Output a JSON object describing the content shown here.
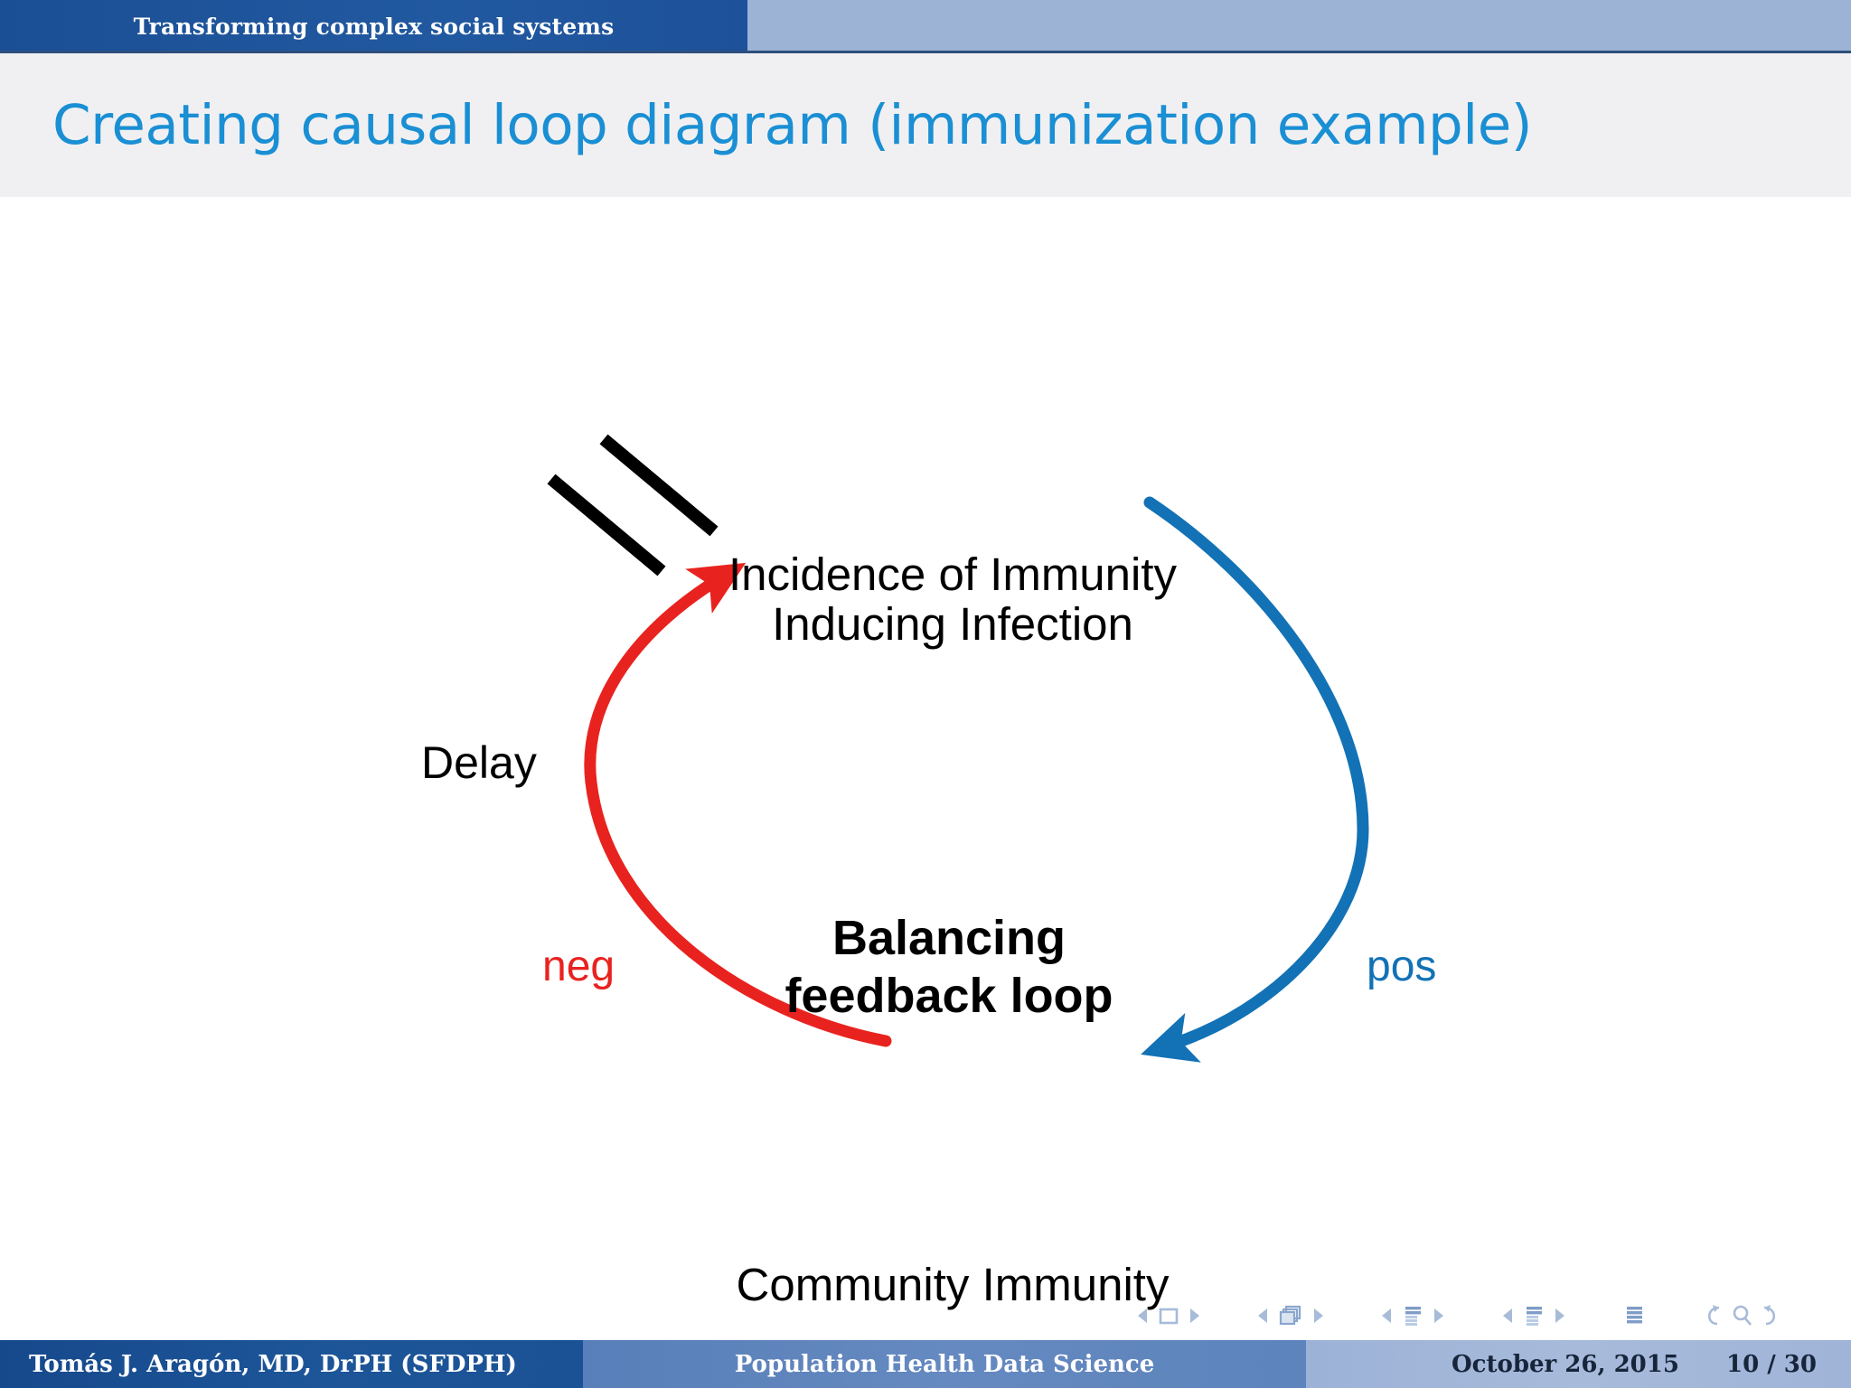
{
  "header": {
    "running_title": "Transforming complex social systems",
    "bar_color": "#1f5496",
    "bar_light_color": "#9db3d6"
  },
  "title": {
    "text": "Creating causal loop diagram (immunization example)",
    "color": "#1a8fd4",
    "background": "#f0f0f2"
  },
  "diagram": {
    "type": "causal-loop-diagram",
    "nodes": [
      {
        "id": "top",
        "line1": "Incidence of Immunity",
        "line2": "Inducing Infection"
      },
      {
        "id": "bottom",
        "line1": "Community  Immunity",
        "line2": ""
      }
    ],
    "center_caption": {
      "line1": "Balancing",
      "line2": "feedback  loop"
    },
    "annotations": {
      "delay_label": "Delay",
      "negative_polarity": "neg",
      "positive_polarity": "pos"
    },
    "links": [
      {
        "from": "Community Immunity",
        "to": "Incidence of Immunity Inducing Infection",
        "polarity": "neg",
        "color": "#e8231f",
        "has_delay_marker": true,
        "delay_marker_style": "double-hash"
      },
      {
        "from": "Incidence of Immunity Inducing Infection",
        "to": "Community Immunity",
        "polarity": "pos",
        "color": "#1272b5",
        "has_delay_marker": false
      }
    ],
    "colors": {
      "negative_link": "#e8231f",
      "positive_link": "#1272b5",
      "delay_marker": "#000000",
      "node_text": "#000000"
    }
  },
  "navigation": {
    "icons": [
      "nav-prev-slide-icon",
      "nav-slide-icon",
      "nav-next-slide-icon",
      "nav-prev-frame-icon",
      "nav-frames-icon",
      "nav-next-frame-icon",
      "nav-prev-subsection-icon",
      "nav-subsection-icon",
      "nav-next-subsection-icon",
      "nav-prev-section-icon",
      "nav-section-icon",
      "nav-next-section-icon",
      "nav-document-icon",
      "nav-back-icon",
      "nav-find-icon",
      "nav-forward-icon"
    ]
  },
  "footer": {
    "author": "Tomás J. Aragón, MD, DrPH  (SFDPH)",
    "presentation_title": "Population Health Data Science",
    "date": "October 26, 2015",
    "page": "10 / 30",
    "colors": {
      "left": "#1b5295",
      "middle": "#5d84bd",
      "right": "#9fb4d8"
    }
  }
}
